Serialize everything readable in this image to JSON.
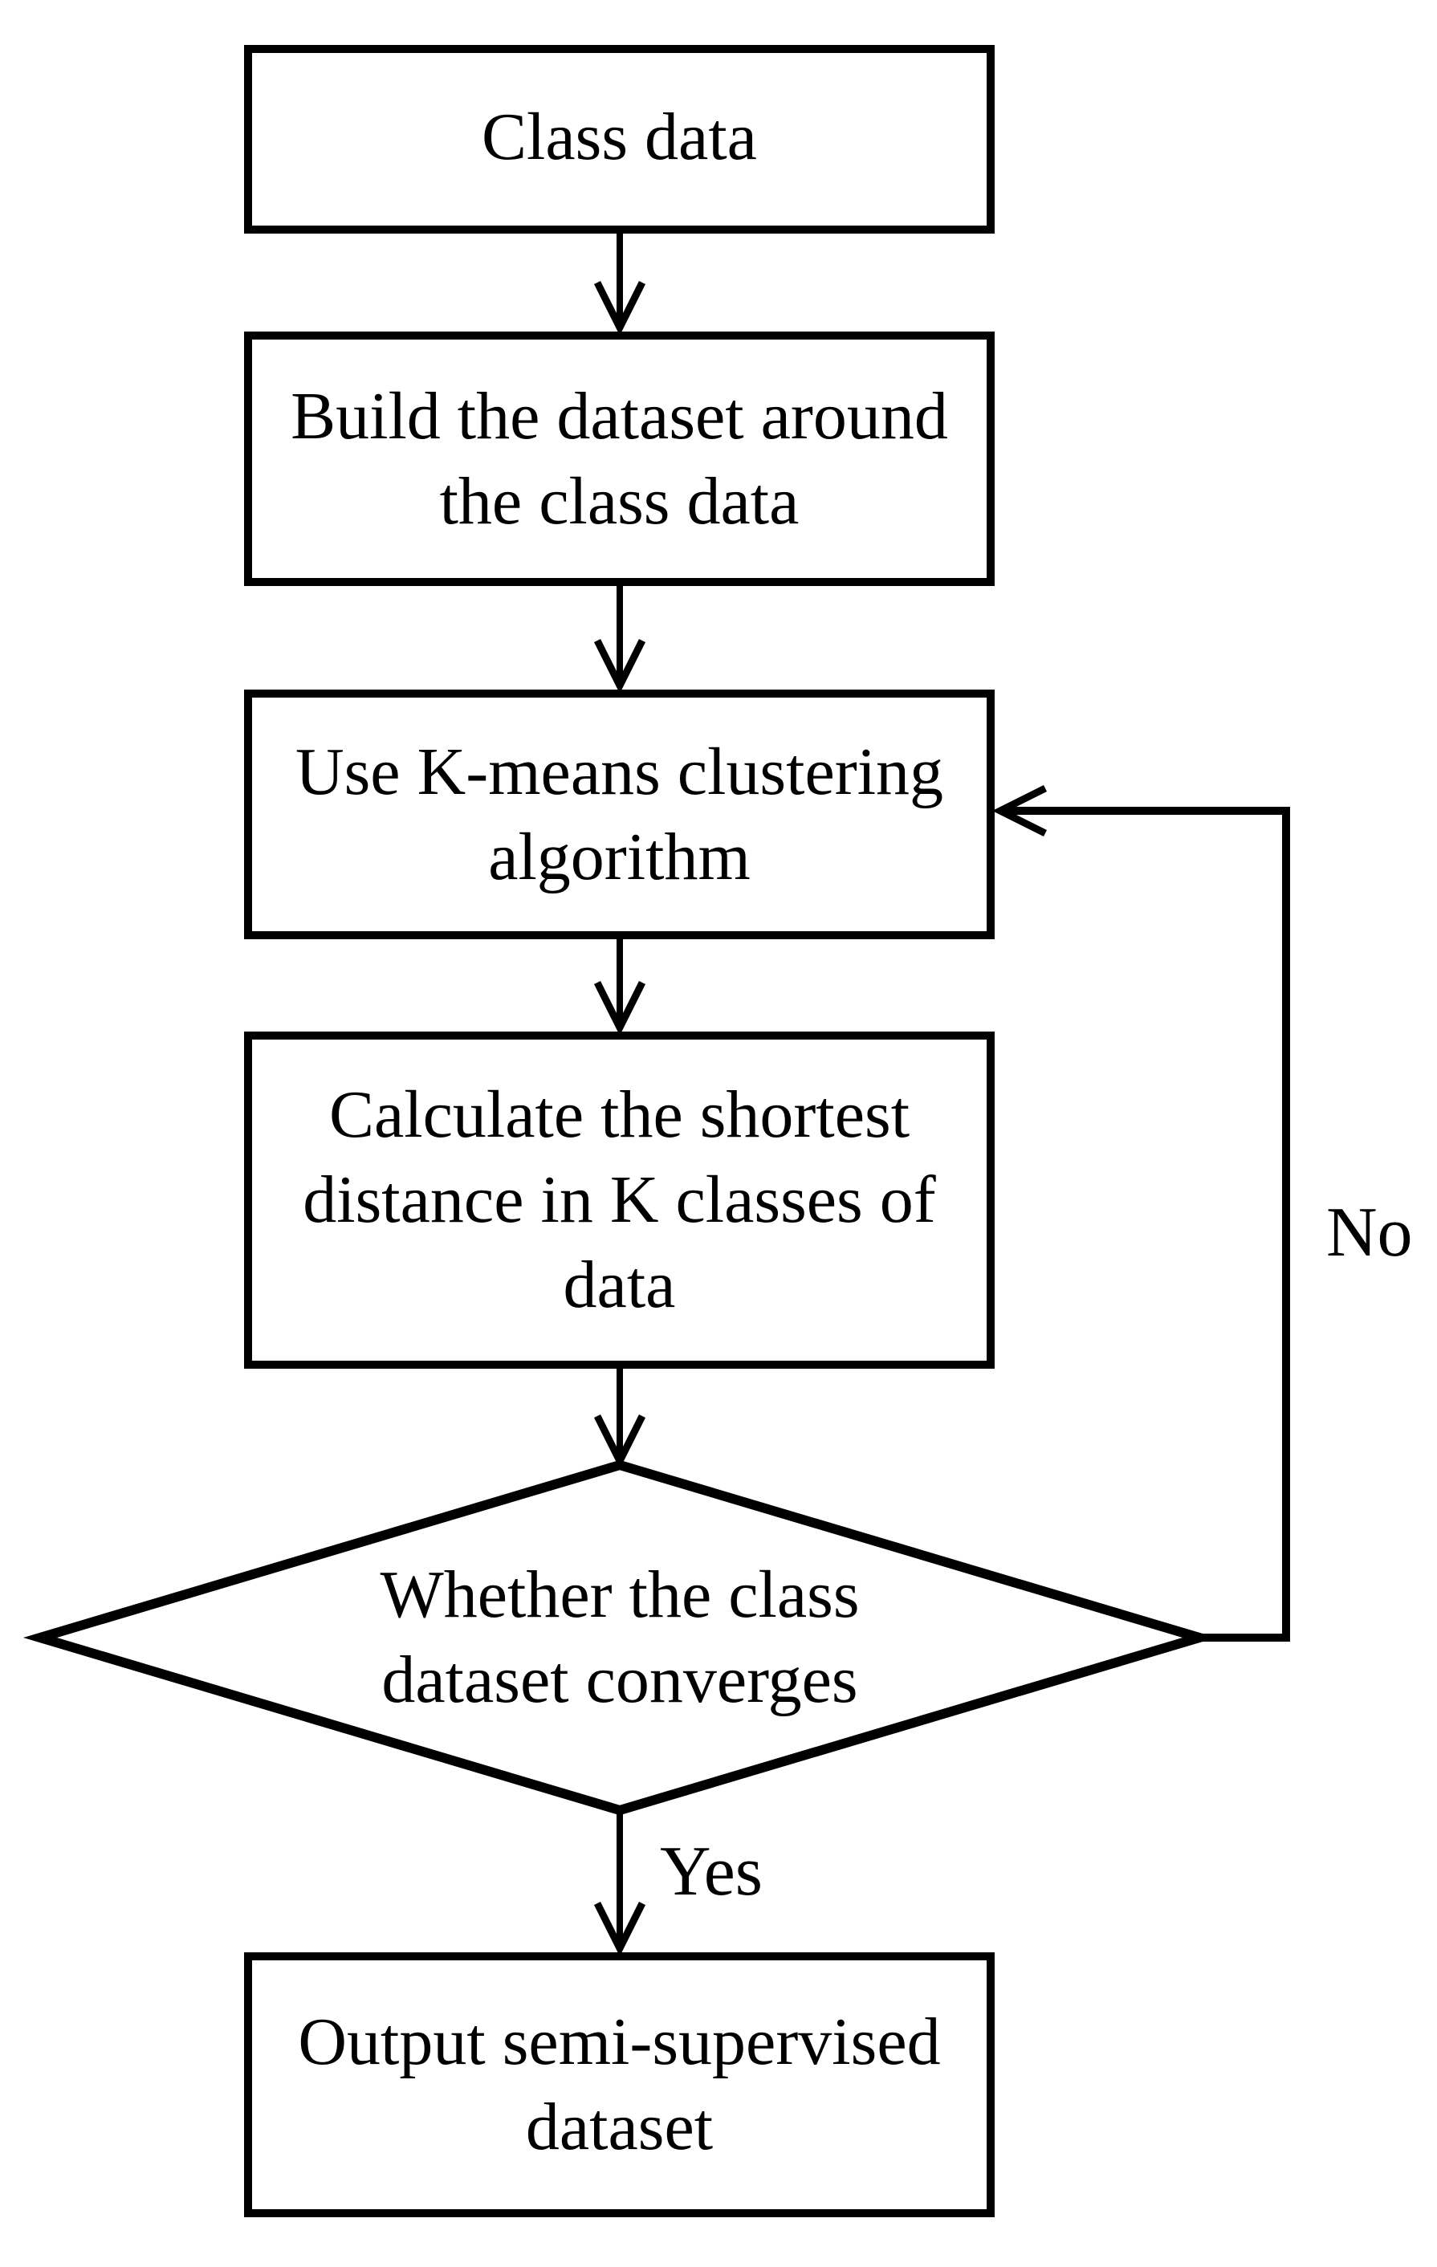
{
  "diagram": {
    "background_color": "#ffffff",
    "stroke_color": "#000000",
    "nodes": [
      {
        "id": "class-data",
        "shape": "rectangle",
        "lines": [
          "Class data"
        ]
      },
      {
        "id": "build-dataset",
        "shape": "rectangle",
        "lines": [
          "Build the dataset around",
          "the class data"
        ]
      },
      {
        "id": "use-kmeans",
        "shape": "rectangle",
        "lines": [
          "Use K-means clustering",
          "algorithm"
        ]
      },
      {
        "id": "calculate-distance",
        "shape": "rectangle",
        "lines": [
          "Calculate the shortest",
          "distance in K classes of",
          "data"
        ]
      },
      {
        "id": "dataset-converges",
        "shape": "diamond",
        "lines": [
          "Whether the class",
          "dataset converges"
        ]
      },
      {
        "id": "output-dataset",
        "shape": "rectangle",
        "lines": [
          "Output semi-supervised",
          "dataset"
        ]
      }
    ],
    "edge_labels": {
      "yes": "Yes",
      "no": "No"
    }
  }
}
